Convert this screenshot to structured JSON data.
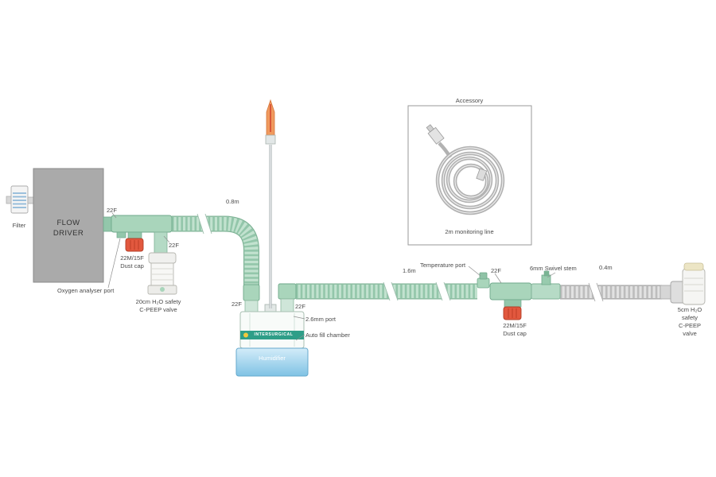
{
  "labels": {
    "filter": "Filter",
    "flow_driver": "FLOW\nDRIVER",
    "oxygen_port": "Oxygen analyser port",
    "conn_22f": "22F",
    "dust_cap": "22M/15F\nDust cap",
    "peep_20": "20cm H₂O safety\nC-PEEP valve",
    "len_0_8": "0.8m",
    "port_2_6": "2.6mm port",
    "auto_fill": "Auto fill chamber",
    "humidifier": "Humidifier",
    "brand": "INTERSURGICAL",
    "len_1_6": "1.6m",
    "temp_port": "Temperature port",
    "swivel": "6mm Swivel stem",
    "len_0_4": "0.4m",
    "peep_5": "5cm H₂O safety\nC-PEEP valve",
    "accessory": "Accessory",
    "monitoring": "2m monitoring line"
  },
  "colors": {
    "tube_green": "#c2e2cf",
    "tube_green_rib": "#93c6aa",
    "tube_gray": "#e2e2e2",
    "connector_green": "#a9d5bb",
    "dust_cap_red": "#e2583e",
    "flow_driver_gray": "#aaaaaa",
    "humidifier_blue": "#7fc2e4",
    "brand_band_teal": "#2f9e88",
    "probe_orange": "#f09a5e"
  }
}
